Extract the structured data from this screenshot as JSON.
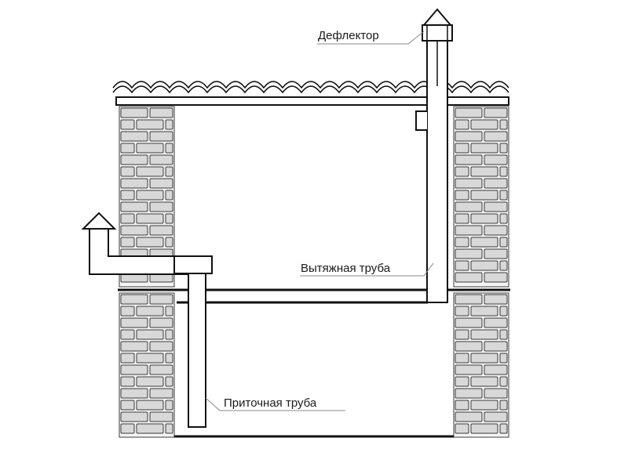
{
  "labels": {
    "deflector": "Дефлектор",
    "exhaust_pipe": "Вытяжная труба",
    "supply_pipe": "Приточная труба"
  },
  "colors": {
    "brick_fill": "#d8d8d8",
    "brick_stroke": "#3a3a3a",
    "line": "#111111",
    "background": "#ffffff",
    "leader": "#888888"
  }
}
